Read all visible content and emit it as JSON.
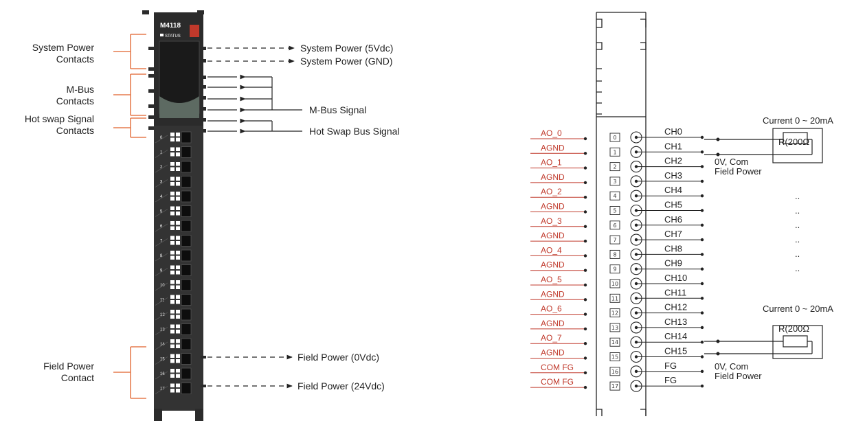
{
  "module": {
    "model": "M4118",
    "status_label": "STATUS",
    "channel_numbers": [
      "0",
      "1",
      "2",
      "3",
      "4",
      "5",
      "6",
      "7",
      "8",
      "9",
      "10",
      "11",
      "12",
      "13",
      "14",
      "15",
      "16",
      "17"
    ]
  },
  "left_labels": {
    "system_power_contacts": [
      "System Power",
      "Contacts"
    ],
    "mbus_contacts": [
      "M-Bus",
      "Contacts"
    ],
    "hot_swap_contacts": [
      "Hot swap Signal",
      "Contacts"
    ],
    "field_power_contact": [
      "Field Power",
      "Contact"
    ]
  },
  "right_labels": {
    "system_power_5v": "System Power (5Vdc)",
    "system_power_gnd": "System Power (GND)",
    "mbus_signal": "M-Bus Signal",
    "hot_swap_bus_signal": "Hot Swap Bus Signal",
    "field_power_0v": "Field Power (0Vdc)",
    "field_power_24v": "Field Power (24Vdc)"
  },
  "wiring": {
    "terminal_signals": [
      "AO_0",
      "AGND",
      "AO_1",
      "AGND",
      "AO_2",
      "AGND",
      "AO_3",
      "AGND",
      "AO_4",
      "AGND",
      "AO_5",
      "AGND",
      "AO_6",
      "AGND",
      "AO_7",
      "AGND",
      "COM FG",
      "COM FG"
    ],
    "terminal_numbers": [
      "0",
      "1",
      "2",
      "3",
      "4",
      "5",
      "6",
      "7",
      "8",
      "9",
      "10",
      "11",
      "12",
      "13",
      "14",
      "15",
      "16",
      "17"
    ],
    "channel_labels": [
      "CH0",
      "CH1",
      "CH2",
      "CH3",
      "CH4",
      "CH5",
      "CH6",
      "CH7",
      "CH8",
      "CH9",
      "CH10",
      "CH11",
      "CH12",
      "CH13",
      "CH14",
      "CH15",
      "FG",
      "FG"
    ],
    "current_label_top": "Current 0 ~ 20mA",
    "current_label_bottom": "Current 0 ~ 20mA",
    "resistor_top": "R(200Ω",
    "resistor_bottom": "R(200Ω",
    "com_top": [
      "0V, Com",
      "Field Power"
    ],
    "com_bottom": [
      "0V, Com",
      "Field Power"
    ],
    "ellipsis": "..",
    "ellipsis_count": 6
  },
  "colors": {
    "label_red": "#c0392b",
    "bracket_orange": "#e0602a",
    "module_body": "#2b2b2b",
    "status_led": "#c0392b"
  }
}
